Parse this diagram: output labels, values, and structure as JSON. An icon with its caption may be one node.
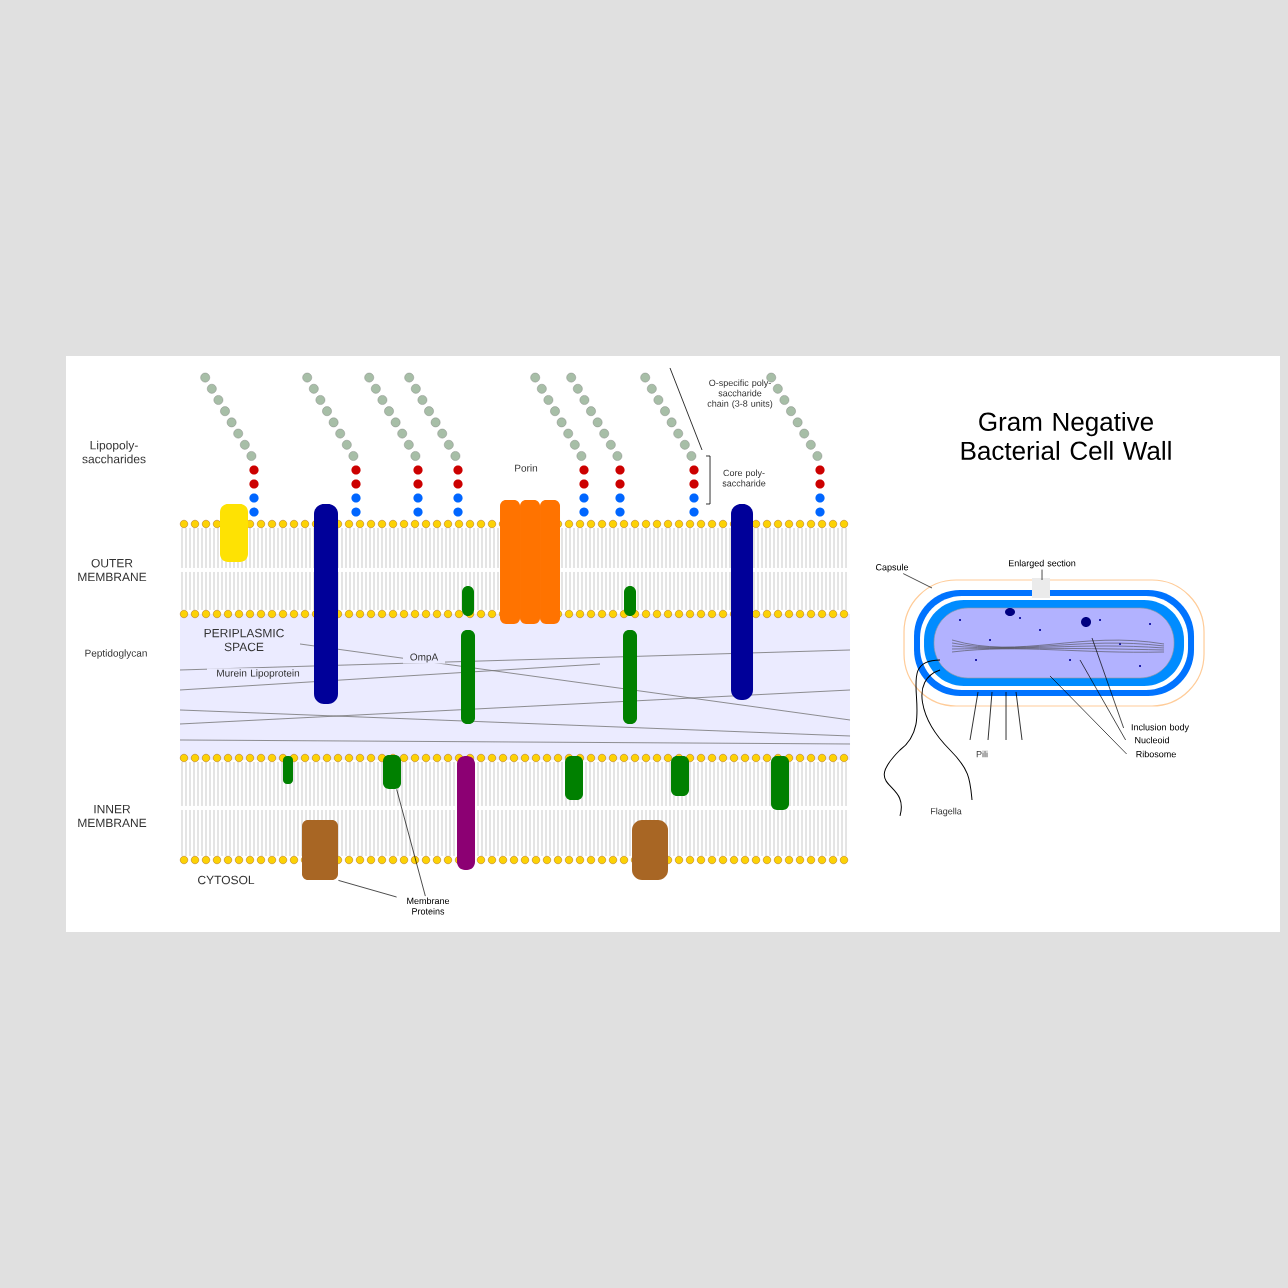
{
  "diagram": {
    "title": "Gram Negative Bacterial Cell Wall",
    "nodes": [
      {
        "text": [
          "Membrane Proteins"
        ]
      },
      {
        "text": [],
        "shape": "picture"
      },
      {
        "text": [],
        "shape": "picture"
      },
      {
        "text": [
          "Capsule"
        ]
      },
      {
        "text": [
          "Enlarged section"
        ]
      },
      {
        "text": [
          "Inclusion body"
        ]
      },
      {
        "text": [
          "Nucleoid"
        ]
      },
      {
        "text": [
          "Ribosome"
        ]
      }
    ],
    "edges": [
      {
        "from": 0,
        "to": 1,
        "arrow": "none"
      },
      {
        "from": 0,
        "to": 2,
        "arrow": "none"
      },
      {
        "from": 3,
        "to": null,
        "arrow": "none"
      },
      {
        "from": 4,
        "to": null,
        "arrow": "none"
      },
      {
        "from": 5,
        "to": null,
        "arrow": "none"
      },
      {
        "from": 6,
        "to": null,
        "arrow": "none"
      },
      {
        "from": 7,
        "to": null,
        "arrow": "none"
      }
    ],
    "labels": [
      "Lipopoly-saccharides",
      "O-specific poly-saccharide chain (3-8 units)",
      "Core poly-saccharide",
      "Porin",
      "OUTER MEMBRANE",
      "PERIPLASMIC SPACE",
      "Peptidoglycan",
      "Murein Lipoprotein",
      "OmpA",
      "INNER MEMBRANE",
      "CYTOSOL",
      "Pili",
      "Flagella"
    ]
  }
}
